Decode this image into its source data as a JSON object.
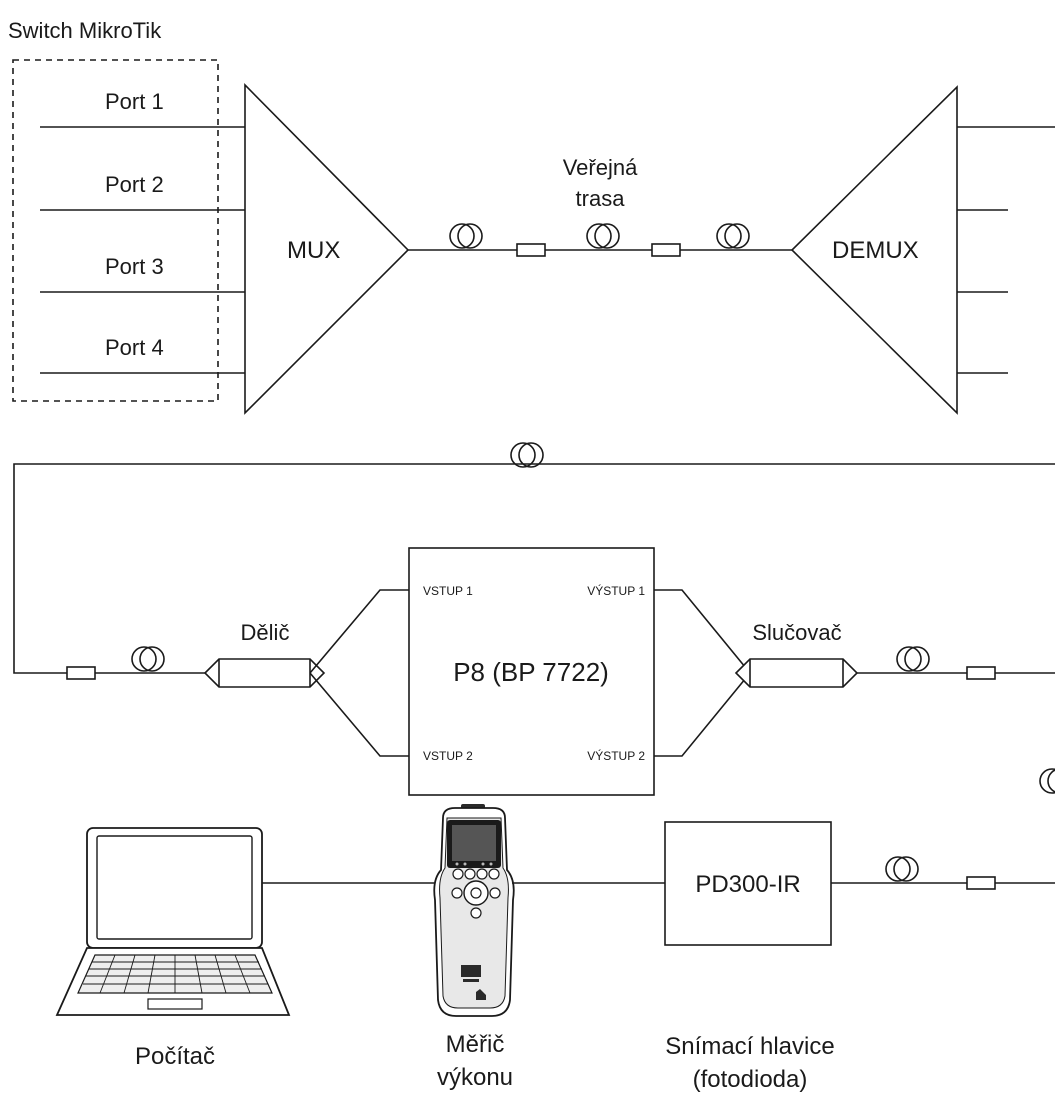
{
  "switch_title": "Switch MikroTik",
  "ports": [
    "Port 1",
    "Port 2",
    "Port 3",
    "Port 4"
  ],
  "mux_label": "MUX",
  "demux_label": "DEMUX",
  "public_route_line1": "Veřejná",
  "public_route_line2": "trasa",
  "device_label": "P8 (BP 7722)",
  "inputs": [
    "VSTUP 1",
    "VSTUP 2"
  ],
  "outputs": [
    "VÝSTUP 1",
    "VÝSTUP 2"
  ],
  "splitter_label": "Dělič",
  "combiner_label": "Slučovač",
  "detector_box_label": "PD300-IR",
  "computer_label": "Počítač",
  "meter_label_line1": "Měřič",
  "meter_label_line2": "výkonu",
  "head_label_line1": "Snímací hlavice",
  "head_label_line2": "(fotodioda)",
  "icons": [
    "fiber-coil-icon",
    "connector-icon",
    "laptop-icon",
    "power-meter-icon"
  ]
}
